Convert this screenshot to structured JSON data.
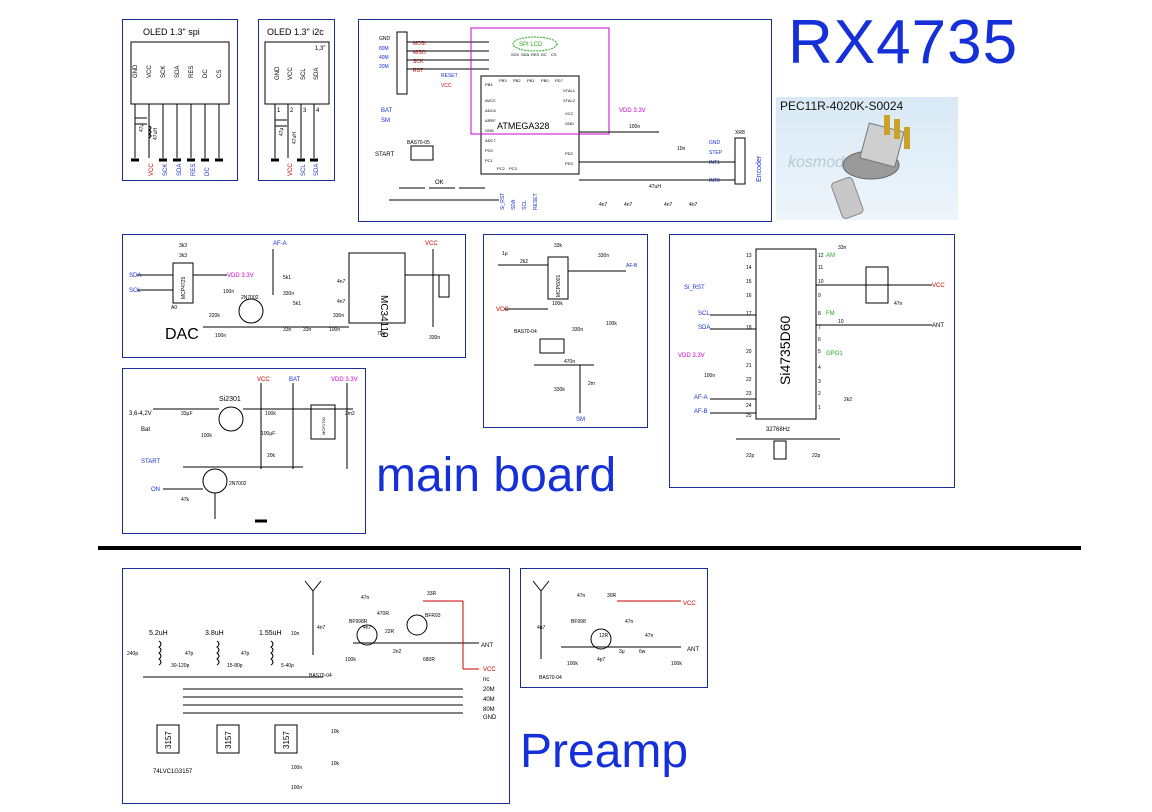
{
  "title": "RX4735",
  "sections": {
    "main_board": "main board",
    "preamp": "Preamp",
    "dac": "DAC"
  },
  "colors": {
    "line": "#1a2e9a",
    "wire": "#000000",
    "vcc": "#cc0000",
    "vdd": "#cc00cc",
    "signal": "#1530d8",
    "green": "#22aa22",
    "heading": "#1530d8"
  },
  "encoder_photo": {
    "label": "PEC11R-4020K-S0024",
    "watermark": "kosmodrom.ua"
  },
  "oled_spi": {
    "title": "OLED 1.3\" spi",
    "pins": [
      "GND",
      "VCC",
      "SCK",
      "SDA",
      "RES",
      "DC",
      "CS"
    ],
    "parts": [
      "47μ",
      "47uH"
    ],
    "bottom": [
      "VCC",
      "SCK",
      "SDA",
      "RES",
      "DC"
    ]
  },
  "oled_i2c": {
    "title": "OLED 1.3\" i2c",
    "note": "1,3\"",
    "pins": [
      "GND",
      "VCC",
      "SCL",
      "SDA"
    ],
    "pin_nums": [
      "1",
      "2",
      "3",
      "4"
    ],
    "parts": [
      "47μ",
      "47uH"
    ],
    "bottom": [
      "VCC",
      "SCL",
      "SDA"
    ]
  },
  "mcu": {
    "name": "ATMEGA328",
    "left_nets": [
      "GND",
      "80M",
      "40M",
      "20M"
    ],
    "header_labels": [
      "MOSI",
      "MISO",
      "SCK",
      "RST"
    ],
    "reset": "RESET",
    "vcc": "VCC",
    "bat": "BAT",
    "sm": "SM",
    "start": "START",
    "diode": "BAS70-05",
    "ok": "OK",
    "spi_lcd": "SPI LCD",
    "spi_pins": [
      "SCK",
      "SDA",
      "RES",
      "DC",
      "CS"
    ],
    "vdd": "VDD 3.3V",
    "cap": "100n",
    "bottom_nets": [
      "Si_RST",
      "SDA",
      "SCL",
      "RESET"
    ],
    "right_nets": [
      "GND",
      "STEP",
      "INT1",
      "INT0"
    ],
    "connector": "XR8",
    "encoder": "Encoder",
    "inductor": "47uH",
    "caps": [
      "4n7",
      "4n7",
      "4n7",
      "4n7",
      "10n"
    ],
    "pin_labels": [
      "AVCC",
      "ADC6",
      "AREF",
      "GND",
      "ADC7",
      "PC0",
      "PC1",
      "PC2",
      "PC3",
      "PB4",
      "PB3",
      "PB2",
      "PB1",
      "PB0",
      "PD7",
      "XTAL1",
      "XTAL2",
      "VCC",
      "GND",
      "PD2",
      "PD3"
    ]
  },
  "dac": {
    "chip": "MCP4725",
    "ic": "MC34119",
    "af": "AF-A",
    "vcc": "VCC",
    "vdd": "VDD 3.3V",
    "sda": "SDA",
    "scl": "SCL",
    "transistor": "2N7002",
    "parts": [
      "3k3",
      "3k3",
      "100n",
      "5k1",
      "330n",
      "5k1",
      "330n",
      "33n",
      "33n",
      "220k",
      "100n",
      "100n",
      "75k",
      "330n",
      "4n7",
      "4n7",
      "A0"
    ]
  },
  "sm_block": {
    "chip": "MCP6001",
    "af": "AF-B",
    "vcc": "VCC",
    "sm": "SM",
    "diode": "BAS70-04",
    "parts": [
      "1μ",
      "2k2",
      "33k",
      "330n",
      "100k",
      "100k",
      "330n",
      "470n",
      "330k",
      "2m"
    ]
  },
  "radio": {
    "chip": "Si4735D60",
    "vcc": "VCC",
    "vdd": "VDD 3.3V",
    "inputs": [
      "Si_RST",
      "SCL",
      "SDA",
      "AF-A",
      "AF-B"
    ],
    "am": "AM",
    "fm": "FM",
    "gpo1": "GPO1",
    "ant": "ANT",
    "crystal": "32768Hz",
    "caps": [
      "33n",
      "47n",
      "10",
      "100n",
      "22p",
      "22p",
      "2k2"
    ],
    "left_pins": [
      "13",
      "14",
      "15",
      "16",
      "17",
      "18",
      "20",
      "21",
      "22",
      "23",
      "24",
      "25"
    ],
    "right_pins": [
      "12",
      "11",
      "10",
      "9",
      "8",
      "7",
      "6",
      "5",
      "4",
      "3",
      "2",
      "1"
    ]
  },
  "power": {
    "batt": "3,6-4,2V",
    "bat": "Bat",
    "mosfet": "Si2301",
    "start": "START",
    "on": "ON",
    "vcc": "VCC",
    "batnet": "BAT",
    "vdd": "VDD 3.3V",
    "transistor": "2N7002",
    "parts": [
      "33μF",
      "100k",
      "100k",
      "100μF",
      "20k",
      "2m2",
      "47k",
      "MCP1700"
    ]
  },
  "preamp_main": {
    "inductors": [
      "5.2uH",
      "3.8uH",
      "1.55uH"
    ],
    "caps": [
      "240p",
      "47p",
      "47p",
      "30-120p",
      "15-80p",
      "5-40p",
      "10n",
      "4n7",
      "47n",
      "4n7",
      "100n",
      "100n"
    ],
    "transistors": [
      "BF998R",
      "BFR93"
    ],
    "resistors": [
      "470R",
      "33R",
      "22R",
      "100k",
      "680R",
      "10k",
      "10k",
      "2n2"
    ],
    "diode": "BAS70-04",
    "ant": "ANT",
    "nets": [
      "VCC",
      "nc",
      "20M",
      "40M",
      "80M",
      "GND"
    ],
    "switch": "3157",
    "switch_part": "74LVC1G3157"
  },
  "preamp_small": {
    "transistor": "BF998",
    "parts": [
      "47n",
      "30R",
      "47n",
      "12R",
      "4n7",
      "100k",
      "100k",
      "4p7",
      "3μ",
      "6w",
      "47n"
    ],
    "diode": "BAS70-04",
    "vcc": "VCC",
    "ant": "ANT"
  }
}
